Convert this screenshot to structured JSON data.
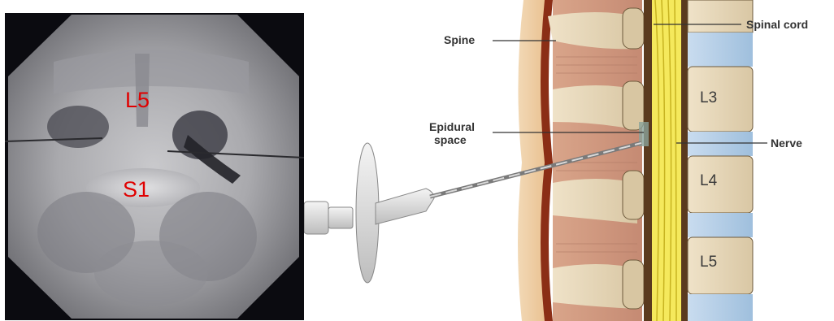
{
  "xray": {
    "labels": {
      "upper_level": "L5",
      "lower_level": "S1"
    },
    "label_color": "#e00000"
  },
  "illustration": {
    "callouts": {
      "spine": "Spine",
      "spinal_cord": "Spinal cord",
      "epidural_line1": "Epidural",
      "epidural_line2": "space",
      "nerve": "Nerve"
    },
    "vertebrae": [
      "L3",
      "L4",
      "L5"
    ]
  }
}
